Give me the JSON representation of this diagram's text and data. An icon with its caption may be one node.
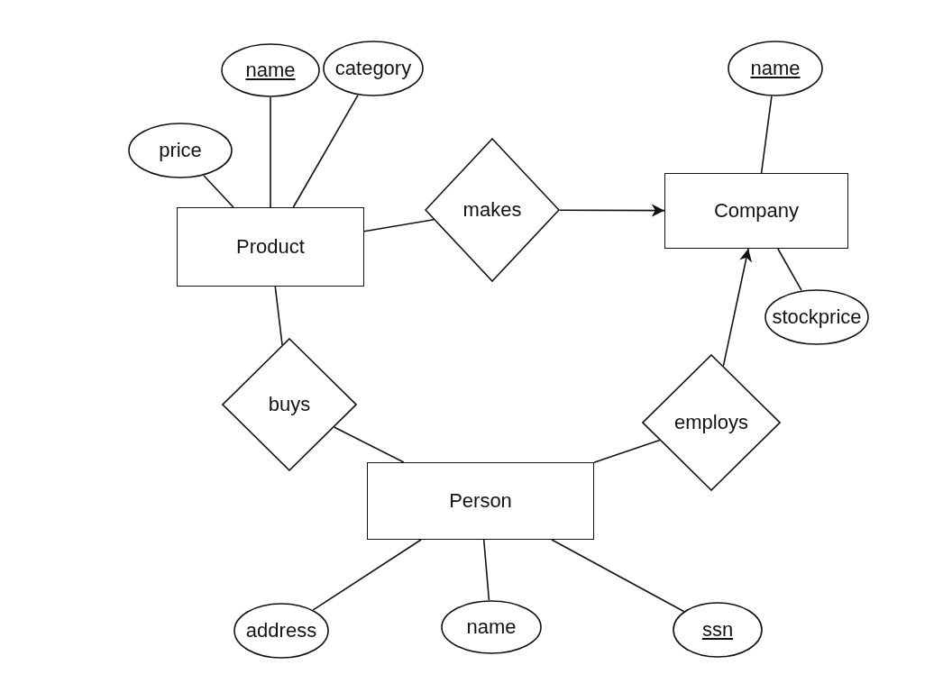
{
  "diagram": {
    "nodes": [
      {
        "text": [
          "price"
        ]
      },
      {
        "text": [
          "name"
        ]
      },
      {
        "text": [
          "category"
        ]
      },
      {
        "text": [
          "Product"
        ]
      },
      {
        "text": [
          "makes"
        ]
      },
      {
        "text": [
          "Company"
        ]
      },
      {
        "text": [
          "name"
        ]
      },
      {
        "text": [
          "stockprice"
        ]
      },
      {
        "text": [
          "buys"
        ]
      },
      {
        "text": [
          "employs"
        ]
      },
      {
        "text": [
          "Person"
        ]
      },
      {
        "text": [
          "address"
        ]
      },
      {
        "text": [
          "name"
        ]
      },
      {
        "text": [
          "ssn"
        ]
      }
    ],
    "edges": [
      {
        "from": 0,
        "to": 3,
        "arrow": "none"
      },
      {
        "from": 1,
        "to": 3,
        "arrow": "none"
      },
      {
        "from": 2,
        "to": 3,
        "arrow": "none"
      },
      {
        "from": 3,
        "to": 4,
        "arrow": "none"
      },
      {
        "from": 4,
        "to": 5,
        "arrow": "to"
      },
      {
        "from": 6,
        "to": 5,
        "arrow": "none"
      },
      {
        "from": 5,
        "to": 7,
        "arrow": "none"
      },
      {
        "from": 3,
        "to": 8,
        "arrow": "none"
      },
      {
        "from": 8,
        "to": 10,
        "arrow": "none"
      },
      {
        "from": 10,
        "to": 9,
        "arrow": "none"
      },
      {
        "from": 9,
        "to": 5,
        "arrow": "to"
      },
      {
        "from": 10,
        "to": 11,
        "arrow": "none"
      },
      {
        "from": 10,
        "to": 12,
        "arrow": "none"
      },
      {
        "from": 10,
        "to": 13,
        "arrow": "none"
      }
    ]
  }
}
